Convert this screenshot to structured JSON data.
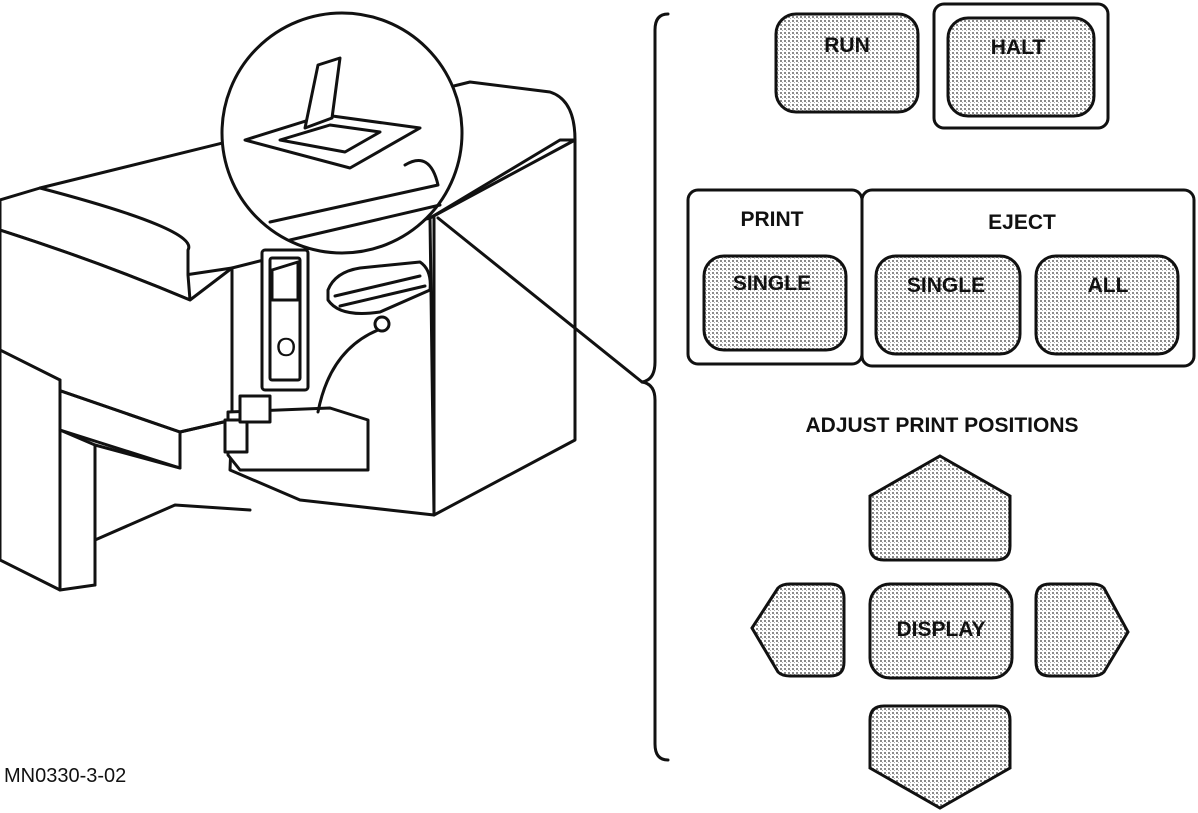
{
  "figure_id": "MN0330-3-02",
  "switch_label": "O",
  "panel": {
    "run": "RUN",
    "halt": "HALT",
    "print_heading": "PRINT",
    "print_single": "SINGLE",
    "eject_heading": "EJECT",
    "eject_single": "SINGLE",
    "eject_all": "ALL",
    "adjust_heading": "ADJUST PRINT POSITIONS",
    "display": "DISPLAY"
  },
  "colors": {
    "ink": "#111111",
    "paper": "#ffffff",
    "key_fill": "#d9d9d9"
  }
}
